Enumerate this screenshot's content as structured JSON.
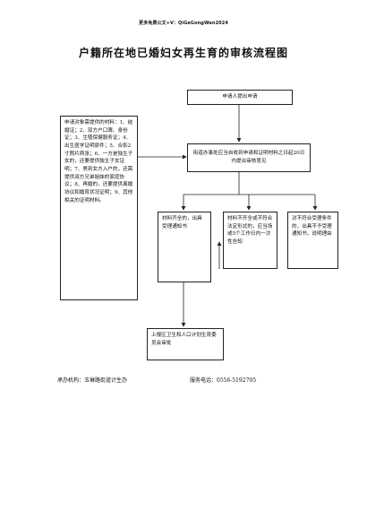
{
  "header_note": "更多免费公文+V：QiGeGongWen2024",
  "title": "户籍所在地已婚妇女再生育的审核流程图",
  "flow": {
    "apply": "申请人提出申请",
    "materials": "申请对象需提供的材料：1、结婚证；2、双方户口簿、身份证；3、生殖保健服务证；4、出生医学证明原件；5、合影2寸照片两张；6、一方是独生子女的，还要提供独生子女证明；7、男到女方入户的，还需提供双方兄弟姐妹的家庭协议；8、再婚的，还要提供离婚协议和婚育状况证明；9、其他相关的证明材料。",
    "review": "街道办事处应当自收到申请和证明材料之日起20日内提出审核意见",
    "complete": "材料齐全的，出具受理通知书",
    "incomplete": "材料不齐全或不符合法定形式的，应当场或5个工作日内一次性告知",
    "reject": "对不符合受理条件的，出具不予受理通知书，说明理由",
    "report": "上报区卫生和人口计划生育委员会审批"
  },
  "footer": {
    "organizer": "承办机构：玉琳路街道计生办",
    "phone": "服务电话：0556-5192705"
  }
}
